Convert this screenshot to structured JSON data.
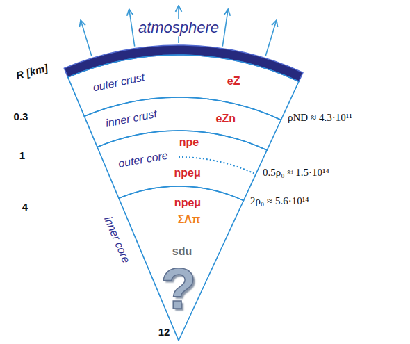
{
  "diagram": {
    "nodes": [
      {
        "text": [
          "atmosphere"
        ]
      },
      {
        "text": [
          "outer crust",
          "eZ"
        ]
      },
      {
        "text": [
          "inner crust",
          "eZn"
        ]
      },
      {
        "text": [
          "outer core",
          "npe",
          "npeμ"
        ]
      },
      {
        "text": [
          "inner core",
          "npeμ",
          "ΣΛπ",
          "sdu",
          "?"
        ]
      }
    ],
    "labels": [
      "R [km]",
      "0.3",
      "1",
      "4",
      "12",
      "ρND ≈ 4.3·10¹¹",
      "0.5ρ₀ ≈ 1.5·10¹⁴",
      "2ρ₀ ≈ 5.6·10¹⁴"
    ]
  }
}
